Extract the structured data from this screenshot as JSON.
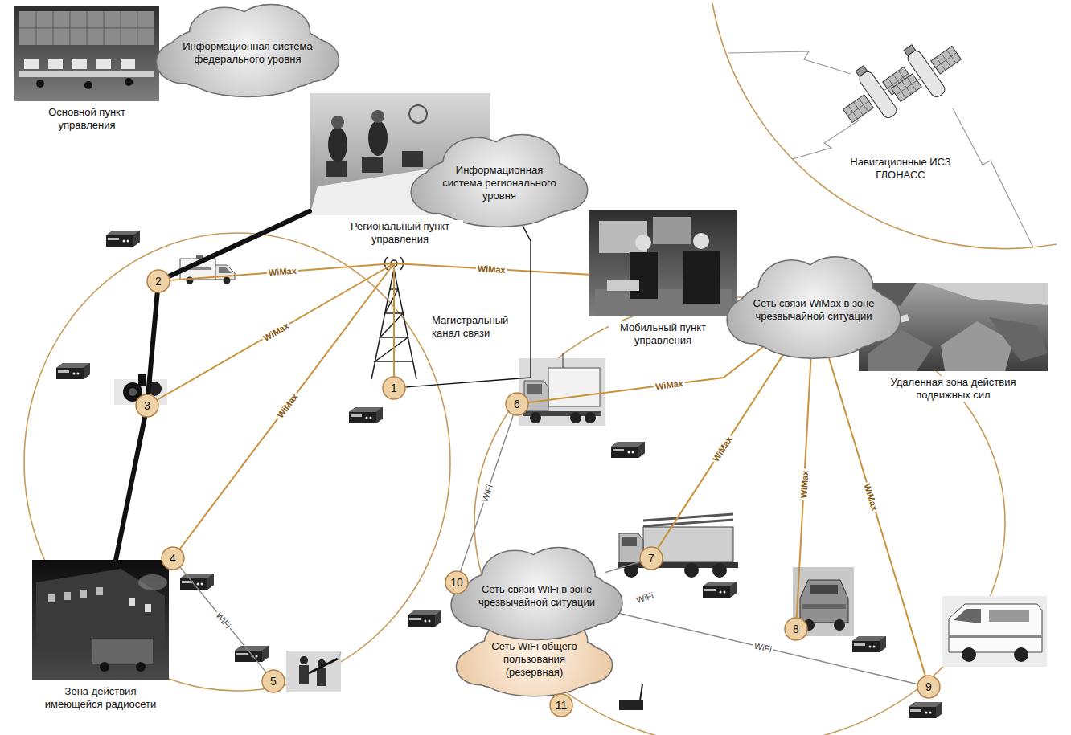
{
  "diagram": {
    "nodes": [
      {
        "text": [
          "Основной пункт управления"
        ]
      },
      {
        "text": [
          "Информационная система федерального уровня"
        ]
      },
      {
        "text": [
          "Региональный пункт управления"
        ]
      },
      {
        "text": [
          "Информационная система регионального уровня"
        ]
      },
      {
        "text": [
          "Навигационные ИСЗ ГЛОНАСС"
        ]
      },
      {
        "text": [
          "Мобильный пункт управления"
        ]
      },
      {
        "text": [
          "Сеть связи WiMax в зоне чрезвычайной ситуации"
        ]
      },
      {
        "text": [
          "Удаленная зона действия подвижных сил"
        ]
      },
      {
        "text": [
          "Зона действия имеющейся радиосети"
        ]
      },
      {
        "text": [
          "Сеть связи WiFi в зоне чрезвычайной ситуации"
        ]
      },
      {
        "text": [
          "Сеть WiFi общего пользования (резервная)"
        ]
      },
      {
        "text": [
          "1"
        ]
      },
      {
        "text": [
          "2"
        ]
      },
      {
        "text": [
          "3"
        ]
      },
      {
        "text": [
          "4"
        ]
      },
      {
        "text": [
          "5"
        ]
      },
      {
        "text": [
          "6"
        ]
      },
      {
        "text": [
          "7"
        ]
      },
      {
        "text": [
          "8"
        ]
      },
      {
        "text": [
          "9"
        ]
      },
      {
        "text": [
          "10"
        ]
      },
      {
        "text": [
          "11"
        ]
      }
    ],
    "edges": [
      {
        "from": 2,
        "to": 12,
        "arrow": "none"
      },
      {
        "from": 12,
        "to": 13,
        "arrow": "none"
      },
      {
        "from": 13,
        "to": 8,
        "arrow": "none"
      },
      {
        "from": 12,
        "to": 11,
        "label": "WiMax",
        "arrow": "none"
      },
      {
        "from": 13,
        "to": 11,
        "label": "WiMax",
        "arrow": "none"
      },
      {
        "from": 14,
        "to": 11,
        "label": "WiMax",
        "arrow": "none"
      },
      {
        "from": 11,
        "to": 5,
        "label": "WiMax",
        "arrow": "none"
      },
      {
        "from": 11,
        "to": 3,
        "label": "Магистральный канал связи",
        "arrow": "none"
      },
      {
        "from": 16,
        "to": 6,
        "label": "WiMax",
        "arrow": "none"
      },
      {
        "from": 6,
        "to": 17,
        "label": "WiMax",
        "arrow": "none"
      },
      {
        "from": 6,
        "to": 18,
        "label": "WiMax",
        "arrow": "none"
      },
      {
        "from": 6,
        "to": 19,
        "label": "WiMax",
        "arrow": "none"
      },
      {
        "from": 16,
        "to": 20,
        "label": "WiFi",
        "arrow": "none"
      },
      {
        "from": 17,
        "to": 9,
        "label": "WiFi",
        "arrow": "none"
      },
      {
        "from": 9,
        "to": 19,
        "label": "WiFi",
        "arrow": "none"
      },
      {
        "from": 14,
        "to": 15,
        "label": "WiFi",
        "arrow": "none"
      }
    ]
  }
}
